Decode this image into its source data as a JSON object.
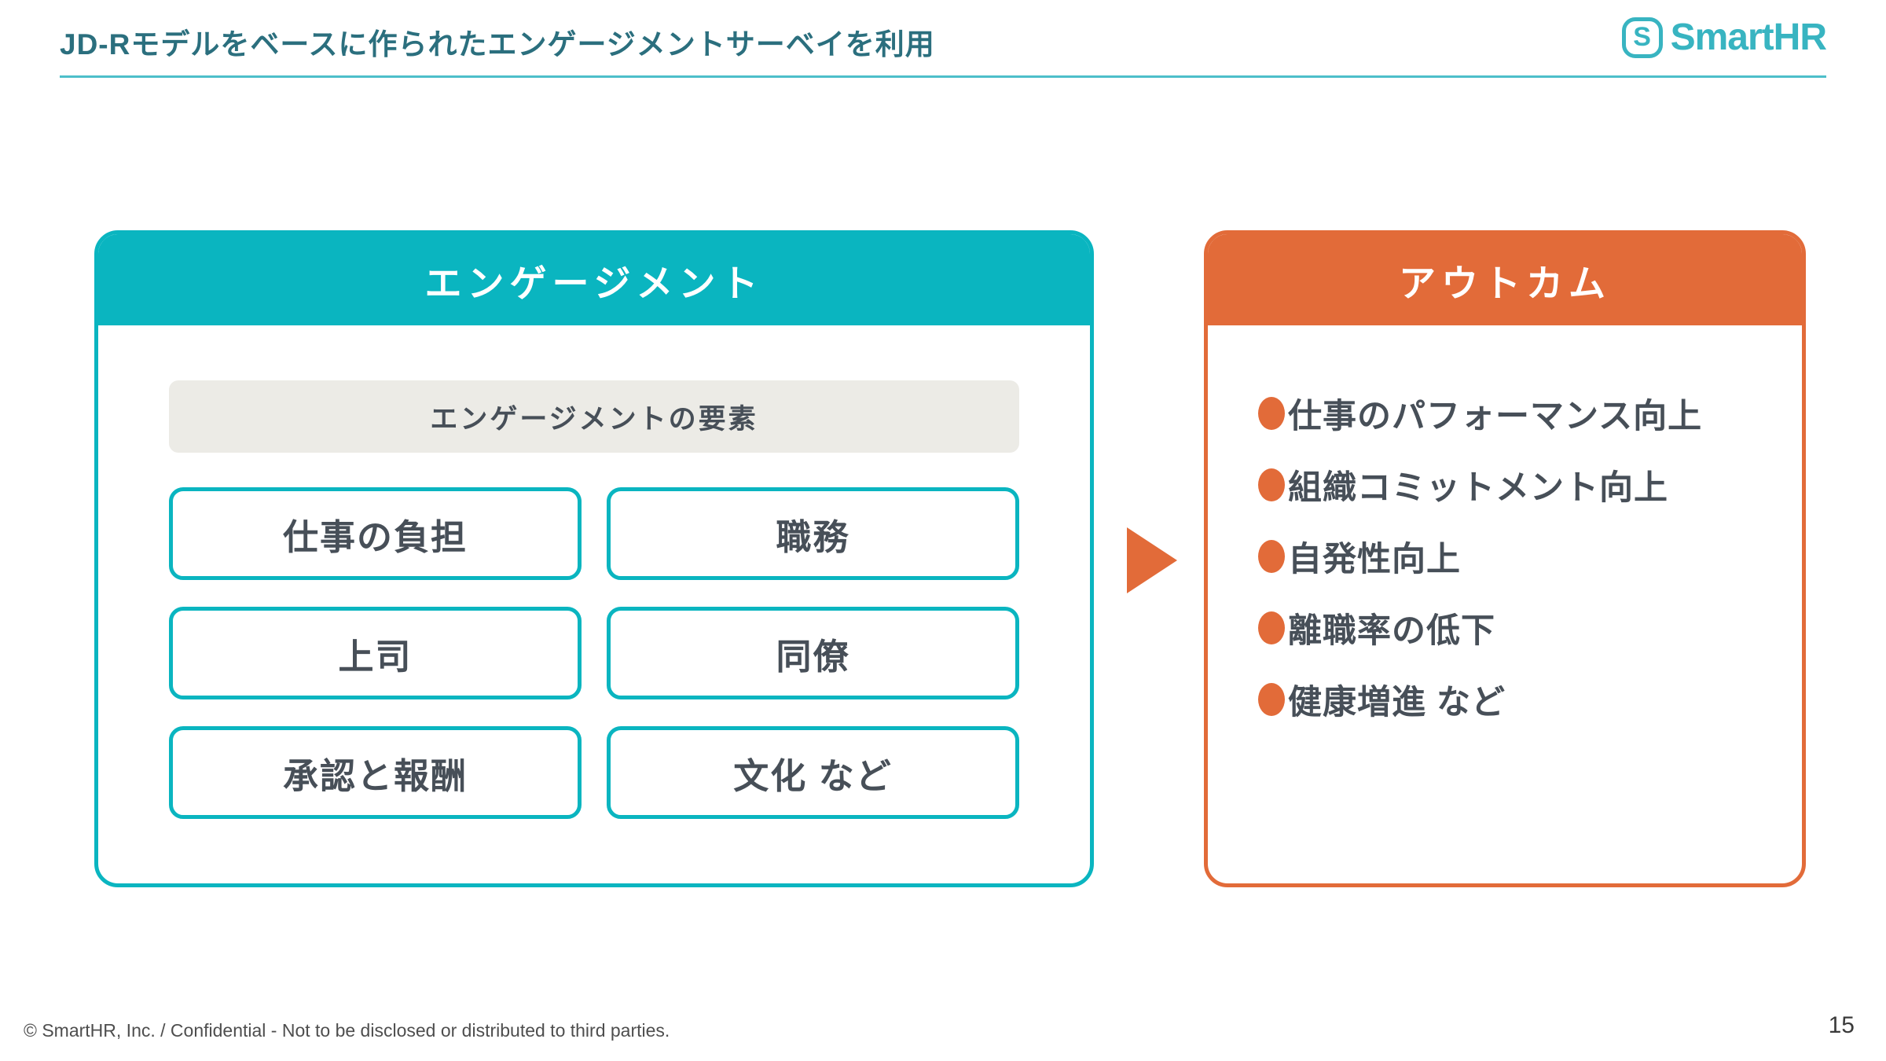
{
  "header": {
    "title": "JD-Rモデルをベースに作られたエンゲージメントサーベイを利用",
    "logo": {
      "icon_letter": "S",
      "text": "SmartHR"
    }
  },
  "engagement_card": {
    "title": "エンゲージメント",
    "factors_heading": "エンゲージメントの要素",
    "factors": [
      "仕事の負担",
      "職務",
      "上司",
      "同僚",
      "承認と報酬",
      "文化 など"
    ]
  },
  "outcome_card": {
    "title": "アウトカム",
    "items": [
      "仕事のパフォーマンス向上",
      "組織コミットメント向上",
      "自発性向上",
      "離職率の低下",
      "健康増進 など"
    ]
  },
  "footer": {
    "copyright": "© SmartHR, Inc. / Confidential - Not to be disclosed or distributed to third parties.",
    "page_number": "15"
  },
  "colors": {
    "teal": "#0ab5c0",
    "orange": "#e26b39",
    "title-teal": "#2b6f7e",
    "logo-teal": "#38b4c1",
    "text-dark": "#474f58",
    "pill-gray": "#ecebe6"
  }
}
